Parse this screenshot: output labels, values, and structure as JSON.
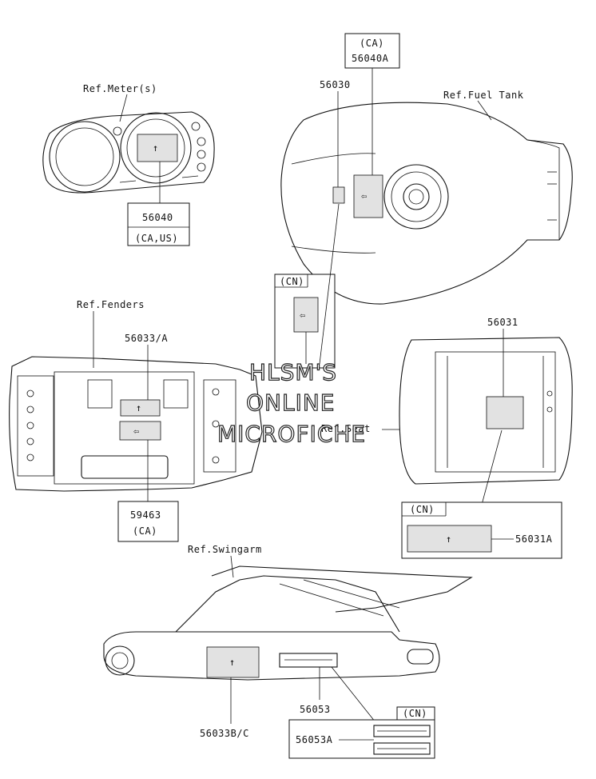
{
  "references": {
    "meter": "Ref.Meter(s)",
    "fuel_tank": "Ref.Fuel Tank",
    "fenders": "Ref.Fenders",
    "seat": "Ref.Seat",
    "swingarm": "Ref.Swingarm"
  },
  "parts": {
    "p56040": "56040",
    "p56040_region": "(CA,US)",
    "p56040A_region": "(CA)",
    "p56040A": "56040A",
    "p56030": "56030",
    "cn_label": "(CN)",
    "p56033A": "56033/A",
    "p59463": "59463",
    "p59463_region": "(CA)",
    "p56031": "56031",
    "p56031A": "56031A",
    "p56053": "56053",
    "p56053A": "56053A",
    "p56033BC": "56033B/C"
  },
  "watermark": {
    "line1": "HLSM'S",
    "line2": "ONLINE",
    "line3": "MICROFICHE"
  }
}
